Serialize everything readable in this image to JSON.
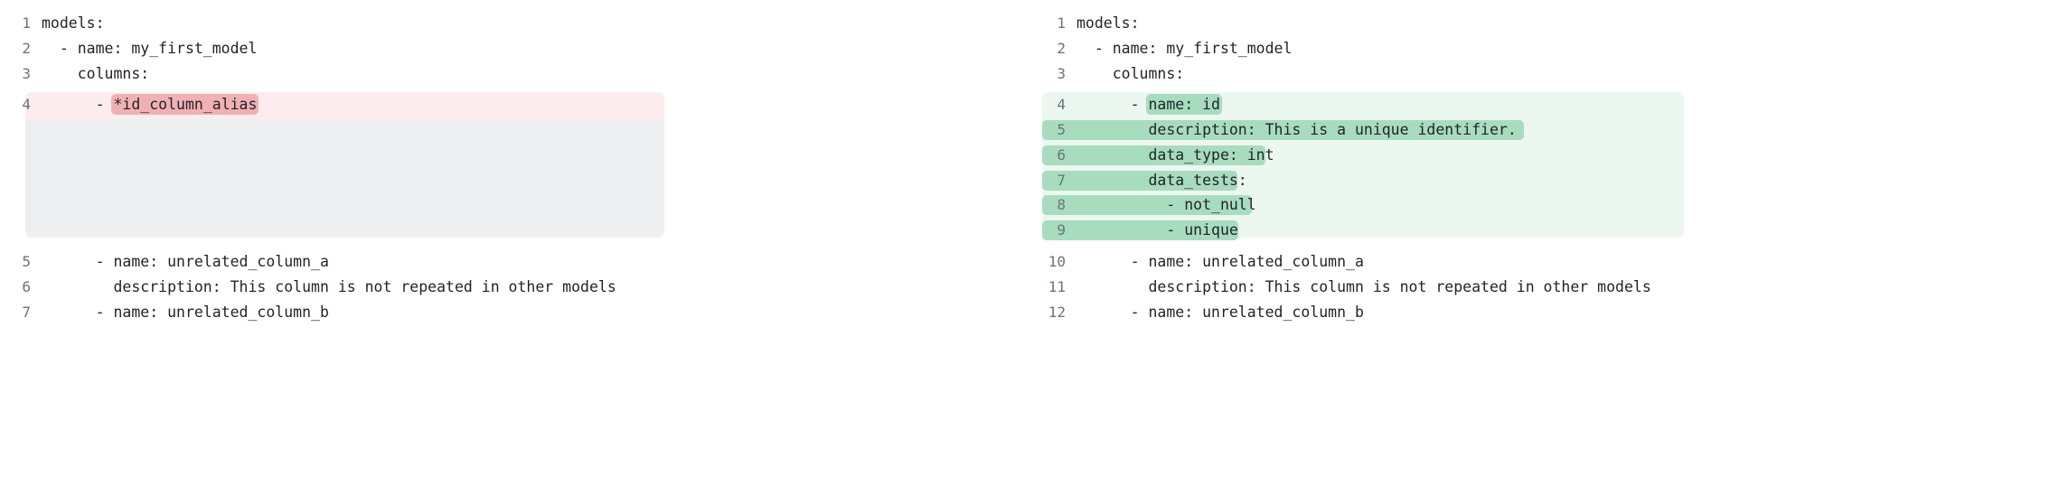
{
  "diff": {
    "type": "side-by-side-yaml-diff",
    "left_pane": {
      "name": "removed-version",
      "highlight_color": "#f1b1b4",
      "block_color": "#fdecee",
      "placeholder_color": "#eeeff1",
      "lines": [
        {
          "number": "1",
          "text": "models:",
          "state": "context"
        },
        {
          "number": "2",
          "text": "  - name: my_first_model",
          "state": "context"
        },
        {
          "number": "3",
          "text": "    columns:",
          "state": "context"
        },
        {
          "number": "4",
          "prefix": "      - ",
          "highlight": "*id_column_alias",
          "text": "      - *id_column_alias",
          "state": "removed"
        },
        {
          "number": "5",
          "text": "      - name: unrelated_column_a",
          "state": "context"
        },
        {
          "number": "6",
          "text": "        description: This column is not repeated in other models",
          "state": "context"
        },
        {
          "number": "7",
          "text": "      - name: unrelated_column_b",
          "state": "context"
        }
      ]
    },
    "right_pane": {
      "name": "added-version",
      "highlight_color": "#a8dcbe",
      "block_color": "#ecf7f0",
      "lines": [
        {
          "number": "1",
          "text": "models:",
          "state": "context"
        },
        {
          "number": "2",
          "text": "  - name: my_first_model",
          "state": "context"
        },
        {
          "number": "3",
          "text": "    columns:",
          "state": "context"
        },
        {
          "number": "4",
          "prefix": "      - ",
          "highlight": "name: id",
          "text": "      - name: id",
          "state": "added"
        },
        {
          "number": "5",
          "text": "        description: This is a unique identifier.",
          "state": "added",
          "band": true
        },
        {
          "number": "6",
          "text": "        data_type: int",
          "state": "added",
          "band": true
        },
        {
          "number": "7",
          "text": "        data_tests:",
          "state": "added",
          "band": true
        },
        {
          "number": "8",
          "text": "          - not_null",
          "state": "added",
          "band": true
        },
        {
          "number": "9",
          "text": "          - unique",
          "state": "added",
          "band": true
        },
        {
          "number": "10",
          "text": "      - name: unrelated_column_a",
          "state": "context"
        },
        {
          "number": "11",
          "text": "        description: This column is not repeated in other models",
          "state": "context"
        },
        {
          "number": "12",
          "text": "      - name: unrelated_column_b",
          "state": "context"
        }
      ]
    }
  }
}
